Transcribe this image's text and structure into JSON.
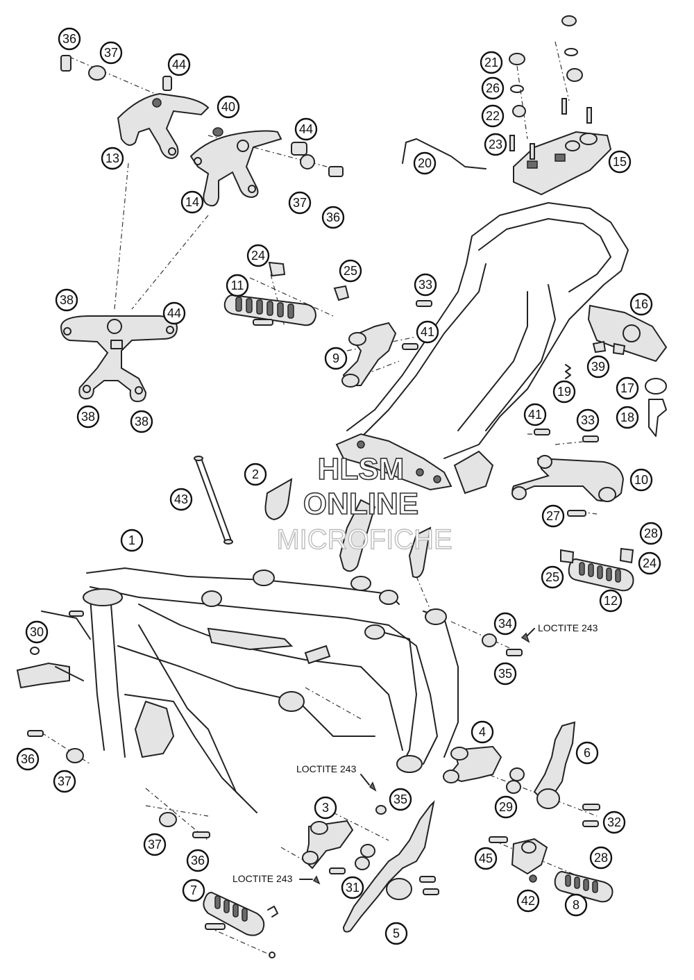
{
  "watermark": {
    "line1": "HLSM",
    "line2": "ONLINE",
    "line3": "MICROFICHE"
  },
  "notes": [
    {
      "id": "loctite-right",
      "text": "LOCTITE 243"
    },
    {
      "id": "loctite-center",
      "text": "LOCTITE 243"
    },
    {
      "id": "loctite-lower",
      "text": "LOCTITE 243"
    }
  ],
  "callouts": [
    "1",
    "2",
    "3",
    "4",
    "5",
    "6",
    "7",
    "8",
    "9",
    "10",
    "11",
    "12",
    "13",
    "14",
    "15",
    "16",
    "17",
    "18",
    "19",
    "20",
    "21",
    "22",
    "23",
    "24",
    "24",
    "25",
    "25",
    "26",
    "27",
    "28",
    "28",
    "29",
    "30",
    "31",
    "32",
    "33",
    "33",
    "34",
    "35",
    "35",
    "36",
    "36",
    "36",
    "36",
    "37",
    "37",
    "37",
    "37",
    "38",
    "38",
    "38",
    "39",
    "40",
    "41",
    "41",
    "42",
    "43",
    "44",
    "44",
    "44",
    "45"
  ]
}
